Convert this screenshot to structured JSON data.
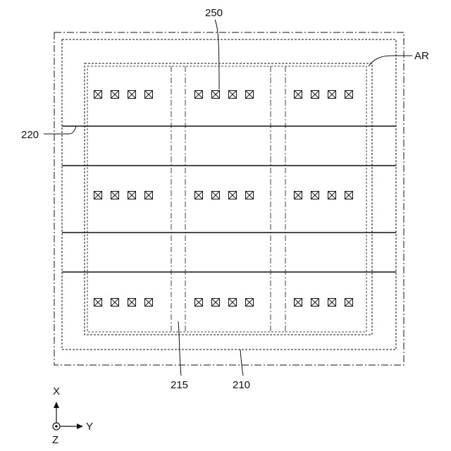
{
  "labels": {
    "ref_250": "250",
    "ref_ar": "AR",
    "ref_220": "220",
    "ref_215": "215",
    "ref_210": "210"
  },
  "axes": {
    "x": "X",
    "y": "Y",
    "z": "Z"
  },
  "grid": {
    "rows": 3,
    "columns": 3,
    "contacts_per_cell": 4
  },
  "colors": {
    "line": "#111111",
    "background": "#ffffff"
  }
}
